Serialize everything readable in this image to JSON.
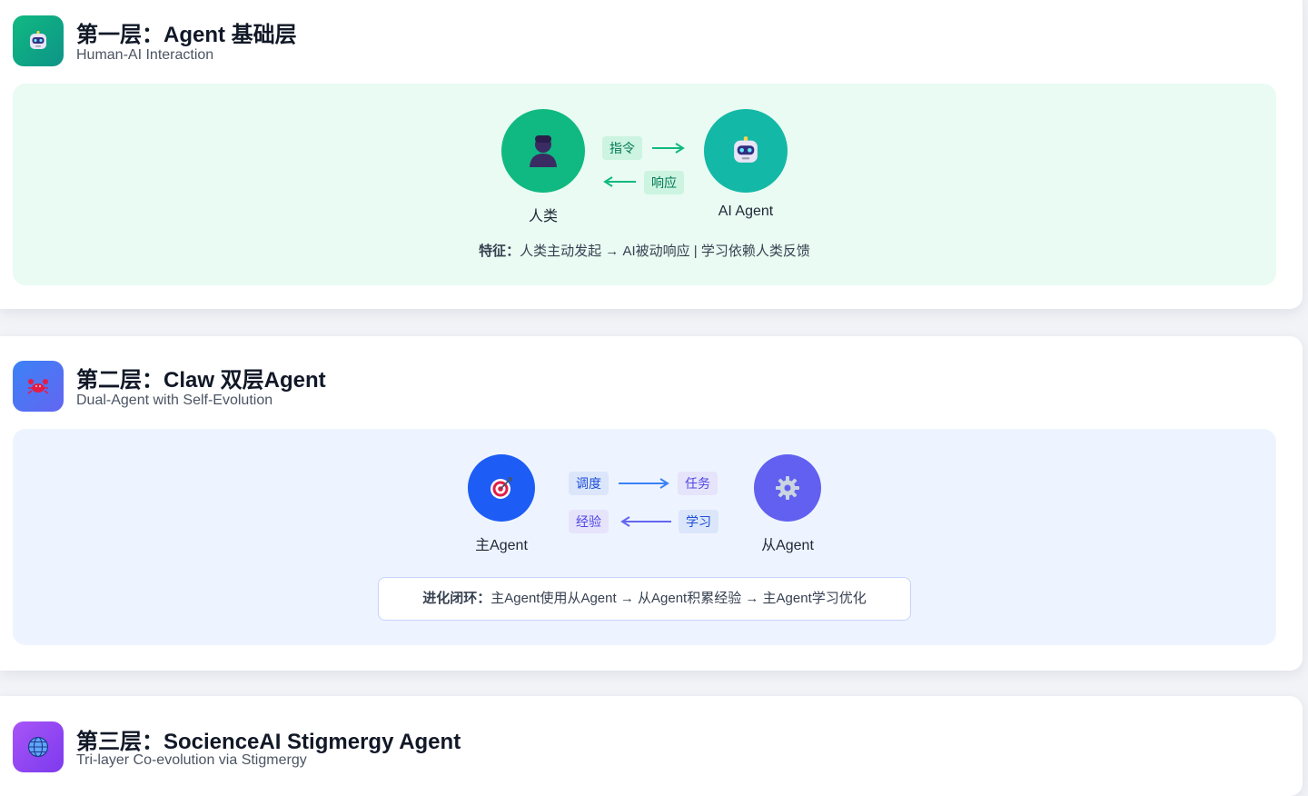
{
  "layers": [
    {
      "icon": "robot-icon",
      "title": "第一层：Agent 基础层",
      "subtitle": "Human-AI Interaction",
      "left_node": {
        "icon": "person-icon",
        "label": "人类"
      },
      "right_node": {
        "icon": "robot-icon",
        "label": "AI Agent"
      },
      "top_tag": "指令",
      "bottom_tag": "响应",
      "feature_label": "特征：",
      "feature_text": "人类主动发起 → AI被动响应 | 学习依赖人类反馈"
    },
    {
      "icon": "crab-icon",
      "title": "第二层：Claw 双层Agent",
      "subtitle": "Dual-Agent with Self-Evolution",
      "left_node": {
        "icon": "target-icon",
        "label": "主Agent"
      },
      "right_node": {
        "icon": "gear-icon",
        "label": "从Agent"
      },
      "top_tags": [
        "调度",
        "任务"
      ],
      "bottom_tags": [
        "经验",
        "学习"
      ],
      "loop_label": "进化闭环：",
      "loop_text": "主Agent使用从Agent → 从Agent积累经验 → 主Agent学习优化"
    },
    {
      "icon": "globe-icon",
      "title": "第三层：SocienceAI Stigmergy Agent",
      "subtitle": "Tri-layer Co-evolution via Stigmergy"
    }
  ],
  "colors": {
    "green": "#10b981",
    "teal": "#14b8a6",
    "blue": "#2563eb",
    "indigo": "#6366f1",
    "purple": "#8b5cf6"
  }
}
